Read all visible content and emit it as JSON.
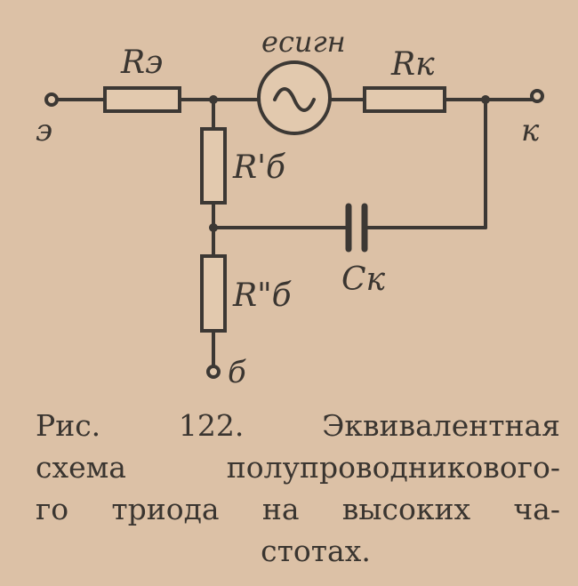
{
  "labels": {
    "r_e": "Rэ",
    "r_k": "Rк",
    "e_sign": "eсигн",
    "r_b1": "R'б",
    "r_b2": "R\"б",
    "c_k": "Cк",
    "term_e": "э",
    "term_k": "к",
    "term_b": "б"
  },
  "caption": {
    "line1": "Рис. 122. Эквивалентная",
    "line2": "схема полупроводникового-",
    "line3": "го триода на высоких ча-",
    "line4": "стотах."
  },
  "colors": {
    "paper": "#dcc1a6",
    "ink": "#3c3834"
  }
}
